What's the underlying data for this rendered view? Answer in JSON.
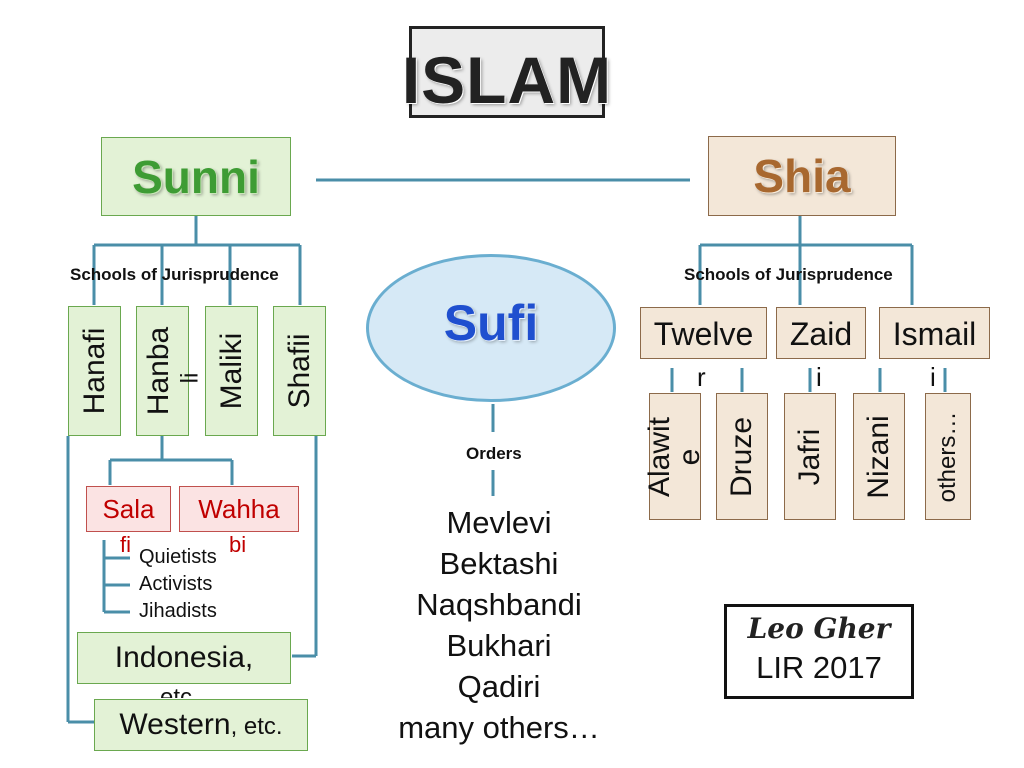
{
  "title": "ISLAM",
  "sunni": {
    "label": "Sunni",
    "schools_heading": "Schools of Jurisprudence",
    "schools": [
      "Hanafi",
      "Hanba",
      "li",
      "Maliki",
      "Shafii"
    ],
    "salafi": {
      "label": "Sala",
      "overflow": "fi"
    },
    "wahhabi": {
      "label": "Wahha",
      "overflow": "bi"
    },
    "salafi_types": [
      "Quietists",
      "Activists",
      "Jihadists"
    ],
    "indonesia": {
      "label": "Indonesia,",
      "overflow": "etc"
    },
    "western": {
      "label": "Western",
      "suffix": ", etc."
    }
  },
  "shia": {
    "label": "Shia",
    "schools_heading": "Schools of Jurisprudence",
    "twelver": {
      "label": "Twelve",
      "overflow": "r"
    },
    "zaidi": {
      "label": "Zaid",
      "overflow": "i"
    },
    "ismaili": {
      "label": "Ismail",
      "overflow": "i"
    },
    "sub": {
      "alawite": "Alawit\ne",
      "druze": "Druze",
      "jafri": "Jafri",
      "nizani": "Nizani",
      "others": "others…"
    }
  },
  "sufi": {
    "label": "Sufi",
    "orders_heading": "Orders",
    "orders": [
      "Mevlevi",
      "Bektashi",
      "Naqshbandi",
      "Bukhari",
      "Qadiri",
      "many others…"
    ]
  },
  "signature": {
    "name": "Leo Gher",
    "year": "LIR 2017"
  },
  "colors": {
    "connector": "#4a8ea8",
    "sunni_green": "#3e9c34",
    "shia_brown": "#a8682f",
    "sufi_blue": "#1f4fcf",
    "red": "#c00000"
  }
}
